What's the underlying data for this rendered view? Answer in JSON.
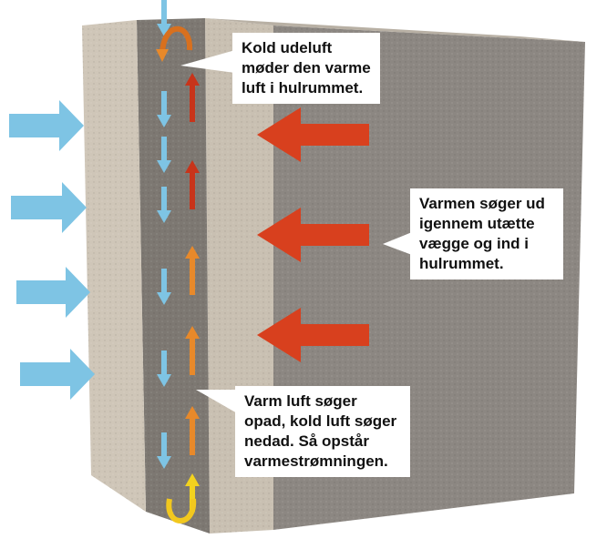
{
  "callouts": {
    "top": "Kold udeluft møder den varme luft i hulrummet.",
    "right": "Varmen søger ud igennem utætte vægge og ind i hulrummet.",
    "bottom": "Varm luft søger opad, kold luft søger nedad. Så opstår varmestrømningen."
  },
  "colors": {
    "cold": "#7ec4e4",
    "warm": "#d8401e",
    "mild": "#e8892a",
    "hot": "#f2d21e"
  }
}
